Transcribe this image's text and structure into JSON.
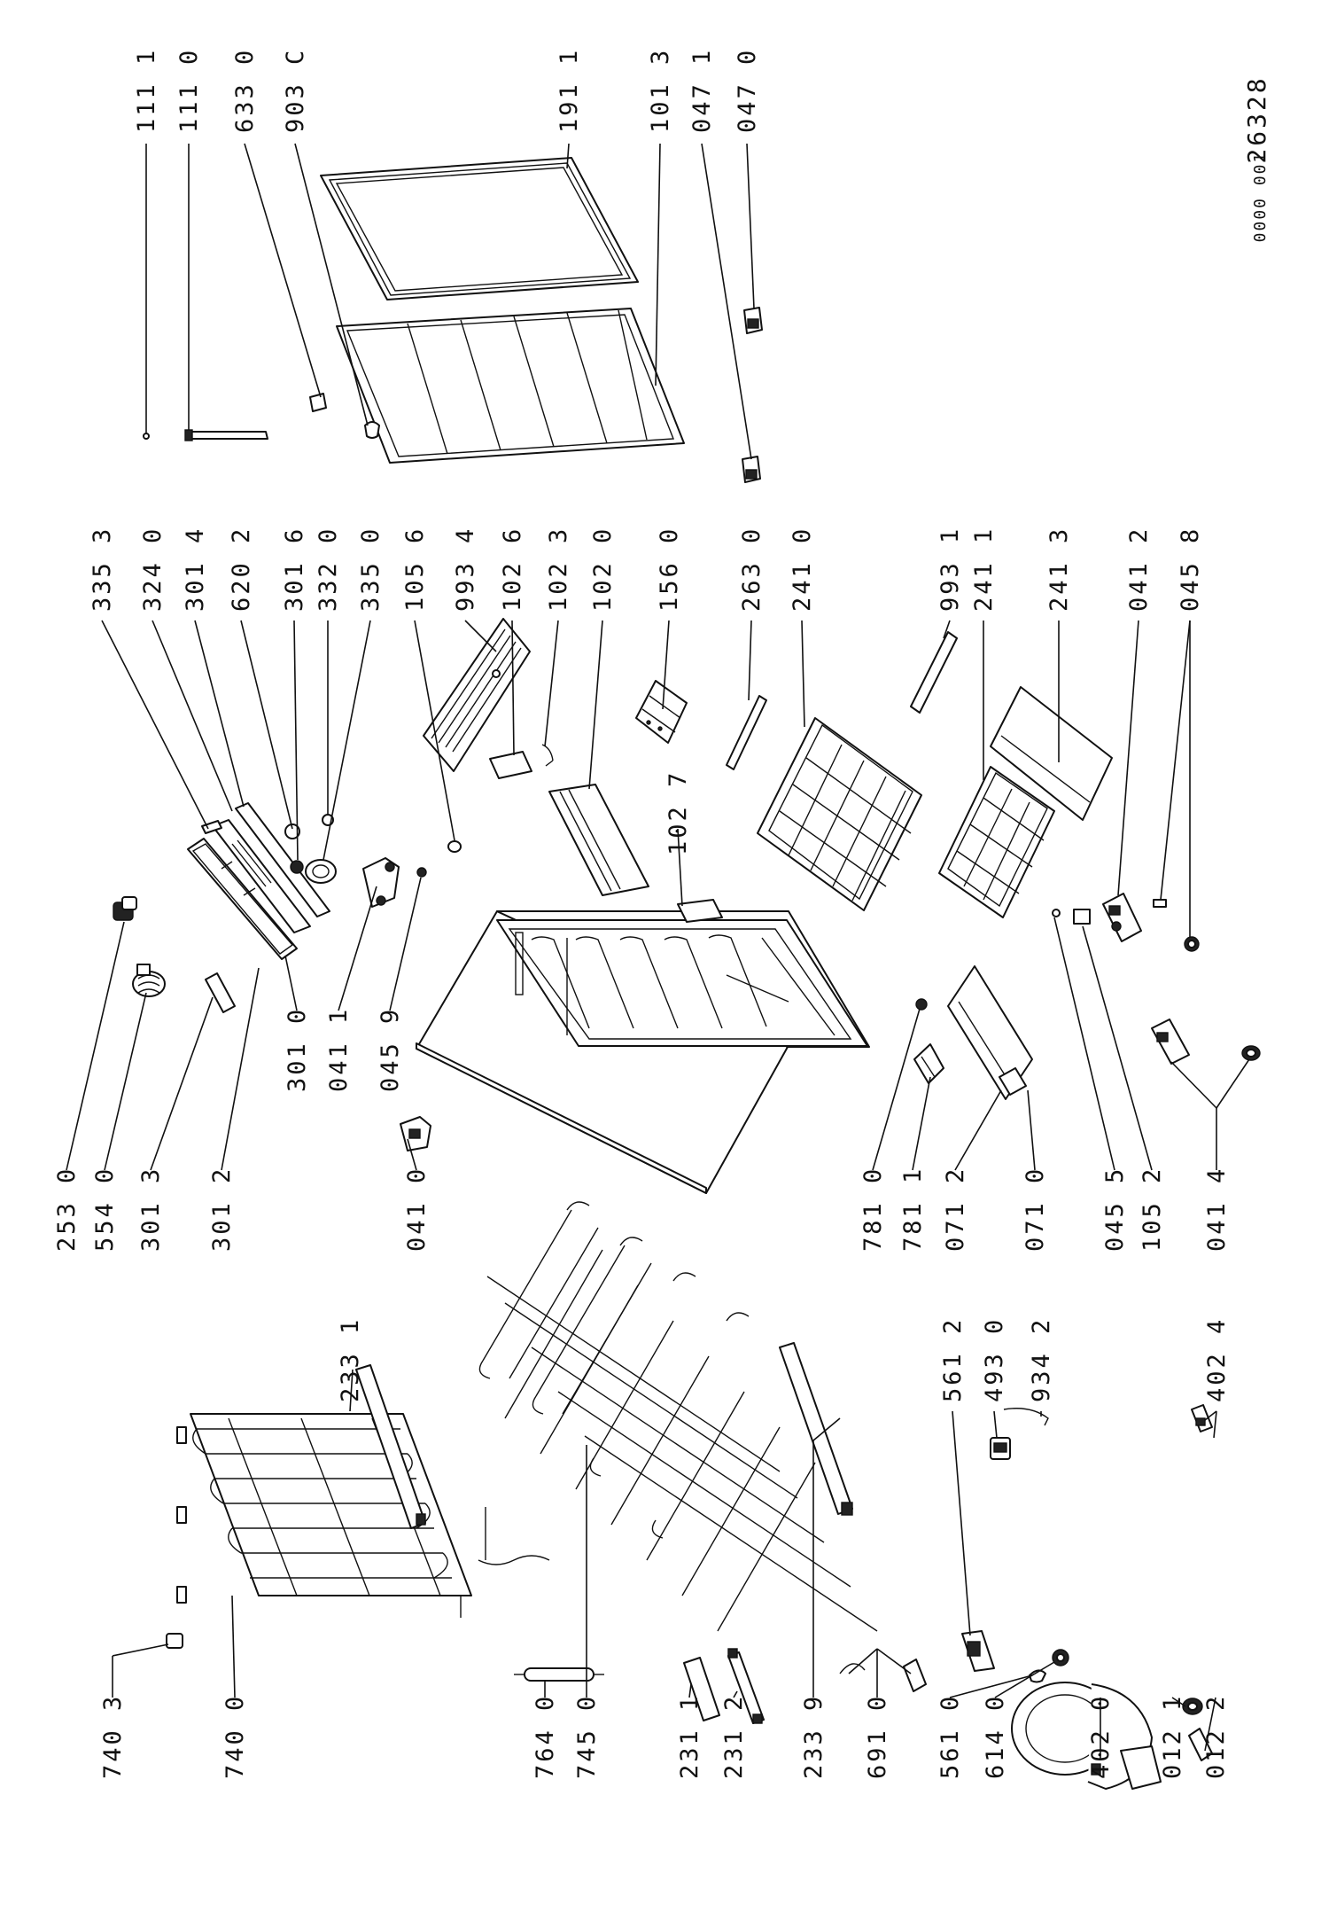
{
  "document": {
    "drawing_number": "26328",
    "drawing_prefix": "0000 001"
  },
  "labels": {
    "l1111": "111 1",
    "l1110": "111 0",
    "l6330": "633 0",
    "l903c": "903 C",
    "l1911": "191 1",
    "l1013": "101 3",
    "l0471": "047 1",
    "l0470": "047 0",
    "l3353": "335 3",
    "l3240": "324 0",
    "l3014": "301 4",
    "l6202": "620 2",
    "l3016": "301 6",
    "l3320": "332 0",
    "l3350": "335 0",
    "l1056": "105 6",
    "l9934": "993 4",
    "l1026": "102 6",
    "l1023": "102 3",
    "l1020": "102 0",
    "l1560": "156 0",
    "l2630": "263 0",
    "l2410": "241 0",
    "l9931": "993 1",
    "l2411": "241 1",
    "l2413": "241 3",
    "l0412": "041 2",
    "l0458": "045 8",
    "l1027": "102 7",
    "l3010": "301 0",
    "l0411": "041 1",
    "l0459": "045 9",
    "l2530": "253 0",
    "l5540": "554 0",
    "l3013": "301 3",
    "l3012": "301 2",
    "l0410": "041 0",
    "l7810": "781 0",
    "l7811": "781 1",
    "l0712": "071 2",
    "l0710": "071 0",
    "l0455": "045 5",
    "l1052": "105 2",
    "l0414": "041 4",
    "l2331": "233 1",
    "l5612": "561 2",
    "l4930": "493 0",
    "l9342": "934 2",
    "l4024": "402 4",
    "l7403": "740 3",
    "l7400": "740 0",
    "l7640": "764 0",
    "l7450": "745 0",
    "l2311": "231 1",
    "l2312": "231 2",
    "l2339": "233 9",
    "l6910": "691 0",
    "l5610": "561 0",
    "l6140": "614 0",
    "l4020": "402 0",
    "l0121": "012 1",
    "l0122": "012 2"
  }
}
